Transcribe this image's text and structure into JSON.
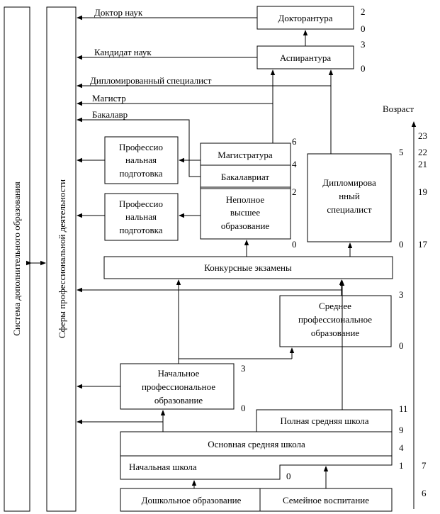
{
  "sidebars": {
    "additional_education": "Система дополнительного образования",
    "professional_spheres": "Сферы профессиональной деятельности"
  },
  "boxes": {
    "doctorate": "Докторантура",
    "postgraduate": "Аспирантура",
    "masters_program": "Магистратура",
    "bachelors_program": "Бакалавриат",
    "incomplete_higher": [
      "Неполное",
      "высшее",
      "образование"
    ],
    "certified_specialist": [
      "Дипломирова",
      "нный",
      "специалист"
    ],
    "prof_training_1": [
      "Професcио",
      "нальная",
      "подготовка"
    ],
    "prof_training_2": [
      "Професcио",
      "нальная",
      "подготовка"
    ],
    "competitive_exams": "Конкурсные экзамены",
    "secondary_vocational": [
      "Среднее",
      "профессиональное",
      "образование"
    ],
    "primary_vocational": [
      "Начальное",
      "профессиональное",
      "образование"
    ],
    "complete_secondary": "Полная средняя школа",
    "basic_secondary": "Основная средняя школа",
    "primary_school": "Начальная школа",
    "preschool": "Дошкольное образование",
    "family_upbringing": "Семейное воспитание"
  },
  "degrees": {
    "doctor": "Доктор наук",
    "candidate": "Кандидат наук",
    "specialist": "Дипломированный специалист",
    "master": "Магистр",
    "bachelor": "Бакалавр"
  },
  "year_marks": {
    "doctorate_end": "2",
    "doctorate_start": "0",
    "postgrad_end": "3",
    "postgrad_start": "0",
    "masters_end": "6",
    "bachelors_end": "4",
    "incomplete_end": "2",
    "higher_start": "0",
    "specialist_end": "5",
    "specialist_start": "0",
    "secondary_voc_end": "3",
    "secondary_voc_start": "0",
    "primary_voc_end": "3",
    "primary_voc_start": "0",
    "school_11": "11",
    "school_9": "9",
    "school_4": "4",
    "school_1": "1",
    "school_0": "0"
  },
  "age_axis": {
    "label": "Возраст",
    "ticks": [
      "23",
      "22",
      "21",
      "19",
      "17",
      "7",
      "6"
    ]
  }
}
